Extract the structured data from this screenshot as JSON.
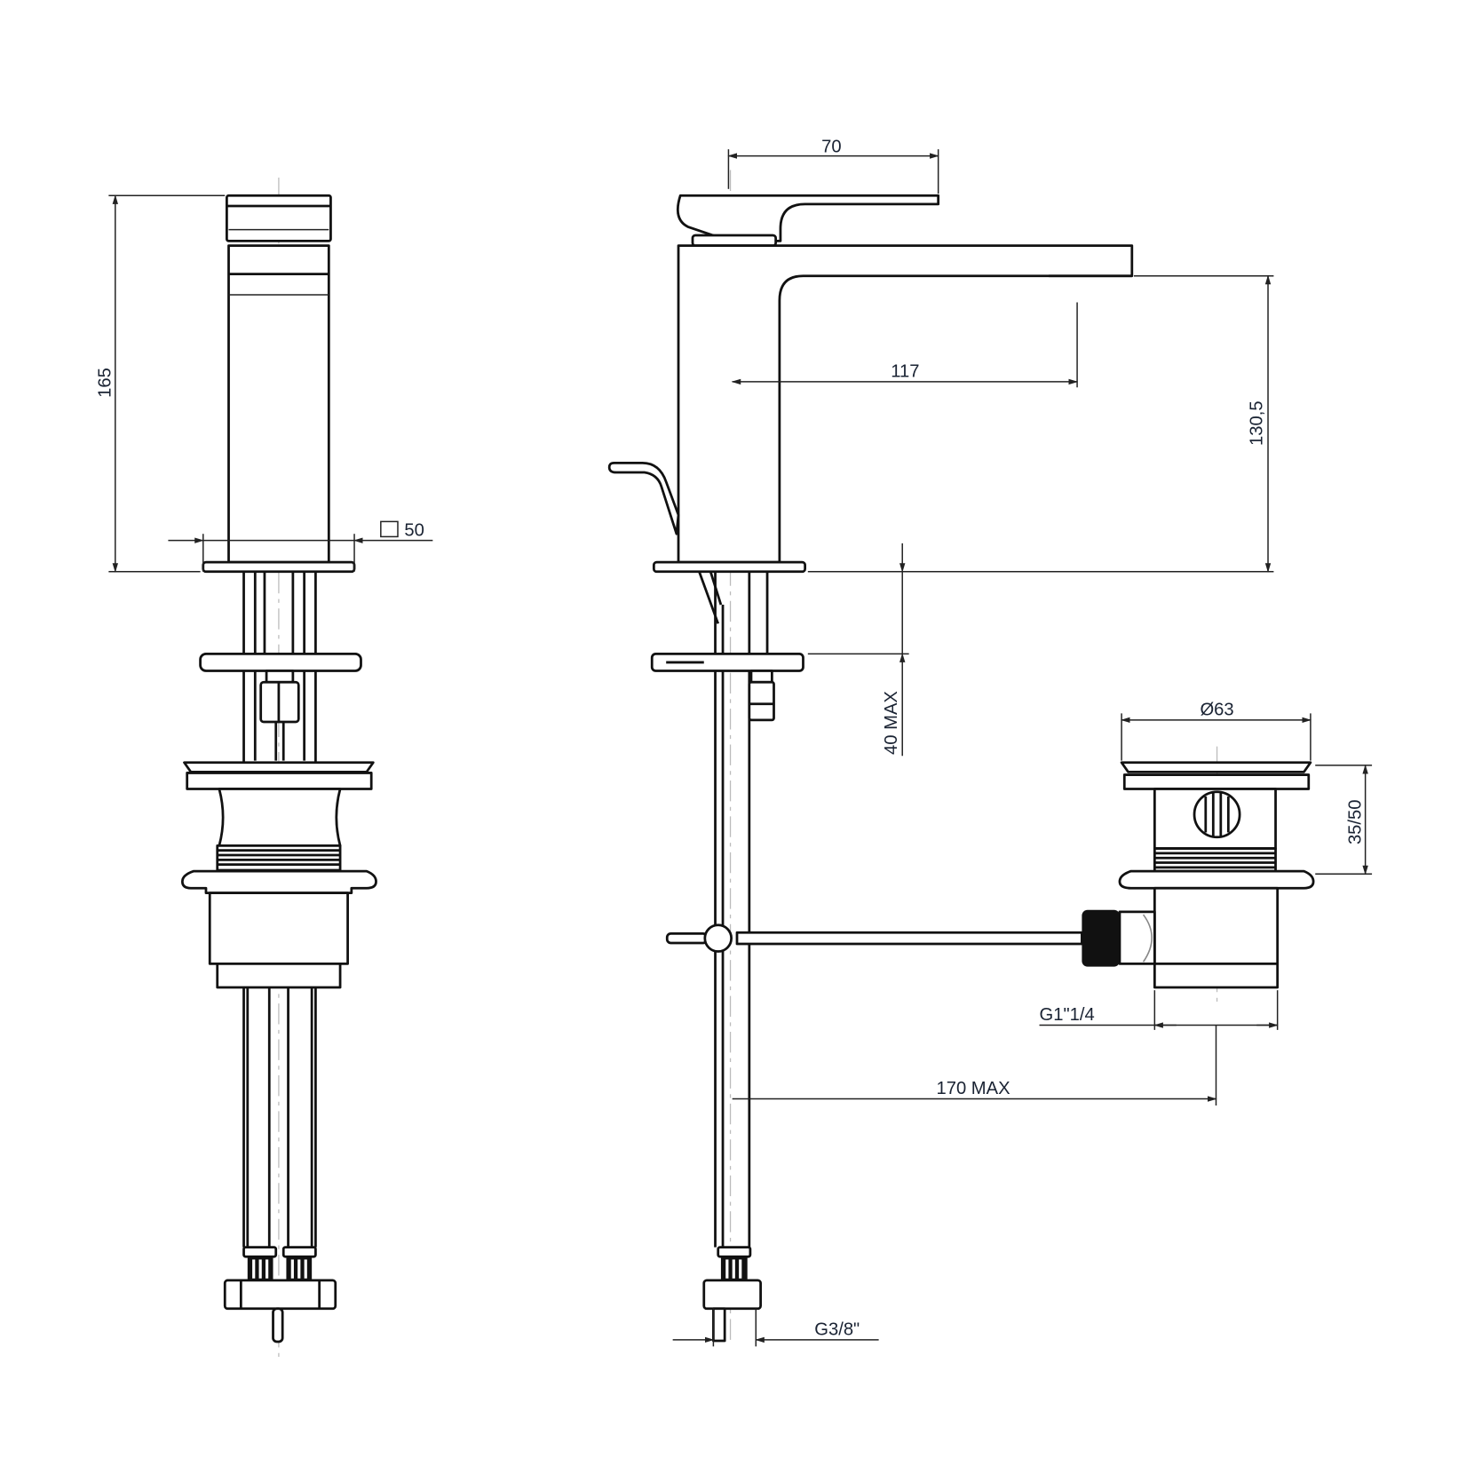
{
  "drawing": {
    "front_view": {
      "height_label": "165",
      "base_size_label": "50",
      "base_size_symbol": "square"
    },
    "side_view": {
      "handle_reach_label": "70",
      "spout_reach_label": "117",
      "spout_height_label": "130,5",
      "deck_thickness_label": "40 MAX",
      "supply_thread_label": "G3/8\""
    },
    "waste": {
      "diameter_label": "Ø63",
      "height_label": "35/50",
      "thread_label": "G1\"1/4",
      "rod_length_label": "170 MAX"
    }
  }
}
